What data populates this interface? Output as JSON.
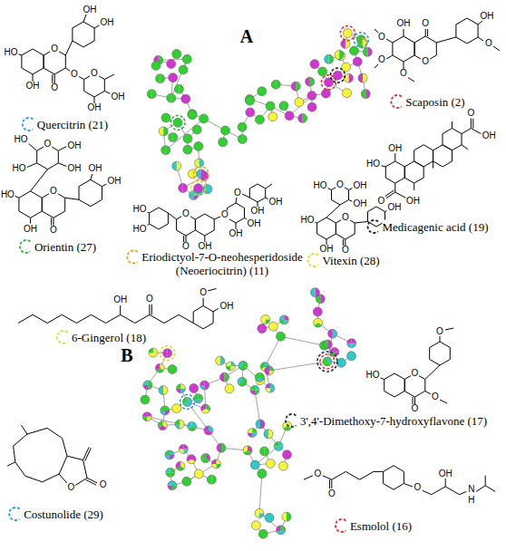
{
  "diagram": {
    "labels": [
      "HO",
      "OH",
      "O",
      "O",
      "O",
      "OH",
      "OH",
      "O",
      "OH",
      "OH",
      "Quercitrin (21)",
      "A",
      "OH",
      "O",
      "O",
      "O",
      "O",
      "O",
      "OH",
      "O",
      "Scaposin (2)",
      "O",
      "HO",
      "OH",
      "OH",
      "HO",
      "HO",
      "OH",
      "O",
      "O",
      "OH",
      "OH",
      "Orientin (27)",
      "OH",
      "HO",
      "O",
      "OH",
      "O",
      "OH",
      "Medicagenic acid (19)",
      "HO",
      "HO",
      "O",
      "O",
      "OH",
      "O",
      "OH",
      "OH",
      "O",
      "OH",
      "OH",
      "Eriodictyol-7-O-neohesperidoside (Neoeriocitrin) (11)",
      "HO",
      "O",
      "OH",
      "OH",
      "HO",
      "OH",
      "O",
      "O",
      "OH",
      "Vitexin (28)",
      "B",
      "OH",
      "O",
      "O",
      "OH",
      "6-Gingerol (18)",
      "HO",
      "O",
      "O",
      "O",
      "O",
      "3',4'-Dimethoxy-7-hydroxyflavone (17)",
      "O",
      "O",
      "Costunolide (29)",
      "O",
      "O",
      "O",
      "OH",
      "N",
      "H",
      "Esmolol (16)"
    ]
  }
}
